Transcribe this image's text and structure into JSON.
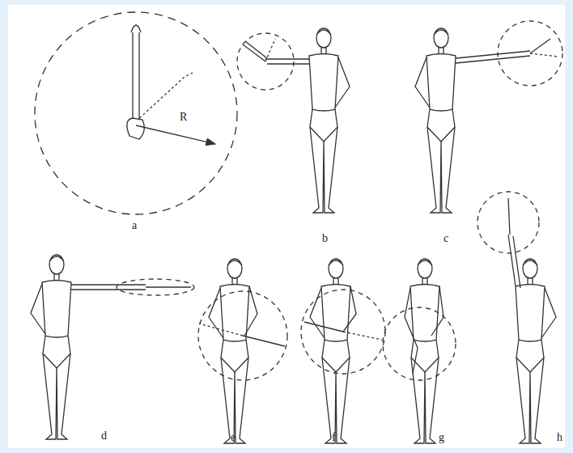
{
  "diagram": {
    "labels": [
      "a",
      "b",
      "c",
      "d",
      "e",
      "f",
      "g",
      "h",
      "R"
    ]
  }
}
